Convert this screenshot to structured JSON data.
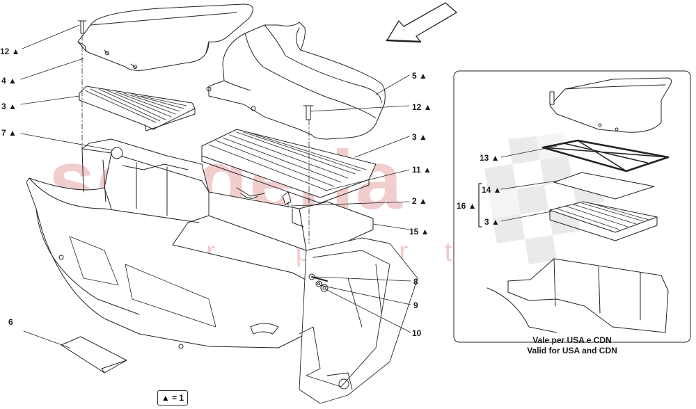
{
  "watermark": {
    "main": "scuderia",
    "sub": "car parts"
  },
  "labels": [
    {
      "id": "l12a",
      "text": "12 ▲"
    },
    {
      "id": "l4",
      "text": "4 ▲"
    },
    {
      "id": "l3a",
      "text": "3 ▲"
    },
    {
      "id": "l7",
      "text": "7 ▲"
    },
    {
      "id": "l6",
      "text": "6"
    },
    {
      "id": "l5",
      "text": "5 ▲"
    },
    {
      "id": "l12b",
      "text": "12 ▲"
    },
    {
      "id": "l3b",
      "text": "3 ▲"
    },
    {
      "id": "l11",
      "text": "11 ▲"
    },
    {
      "id": "l2",
      "text": "2 ▲"
    },
    {
      "id": "l15",
      "text": "15 ▲"
    },
    {
      "id": "l8",
      "text": "8"
    },
    {
      "id": "l9",
      "text": "9"
    },
    {
      "id": "l10",
      "text": "10"
    },
    {
      "id": "l13",
      "text": "13 ▲"
    },
    {
      "id": "l14",
      "text": "14 ▲"
    },
    {
      "id": "l16",
      "text": "16 ▲"
    },
    {
      "id": "l3c",
      "text": "3 ▲"
    }
  ],
  "inset": {
    "caption_line1": "Vale per USA e CDN",
    "caption_line2": "Valid for USA and CDN"
  },
  "legend": {
    "text": "▲ = 1"
  }
}
